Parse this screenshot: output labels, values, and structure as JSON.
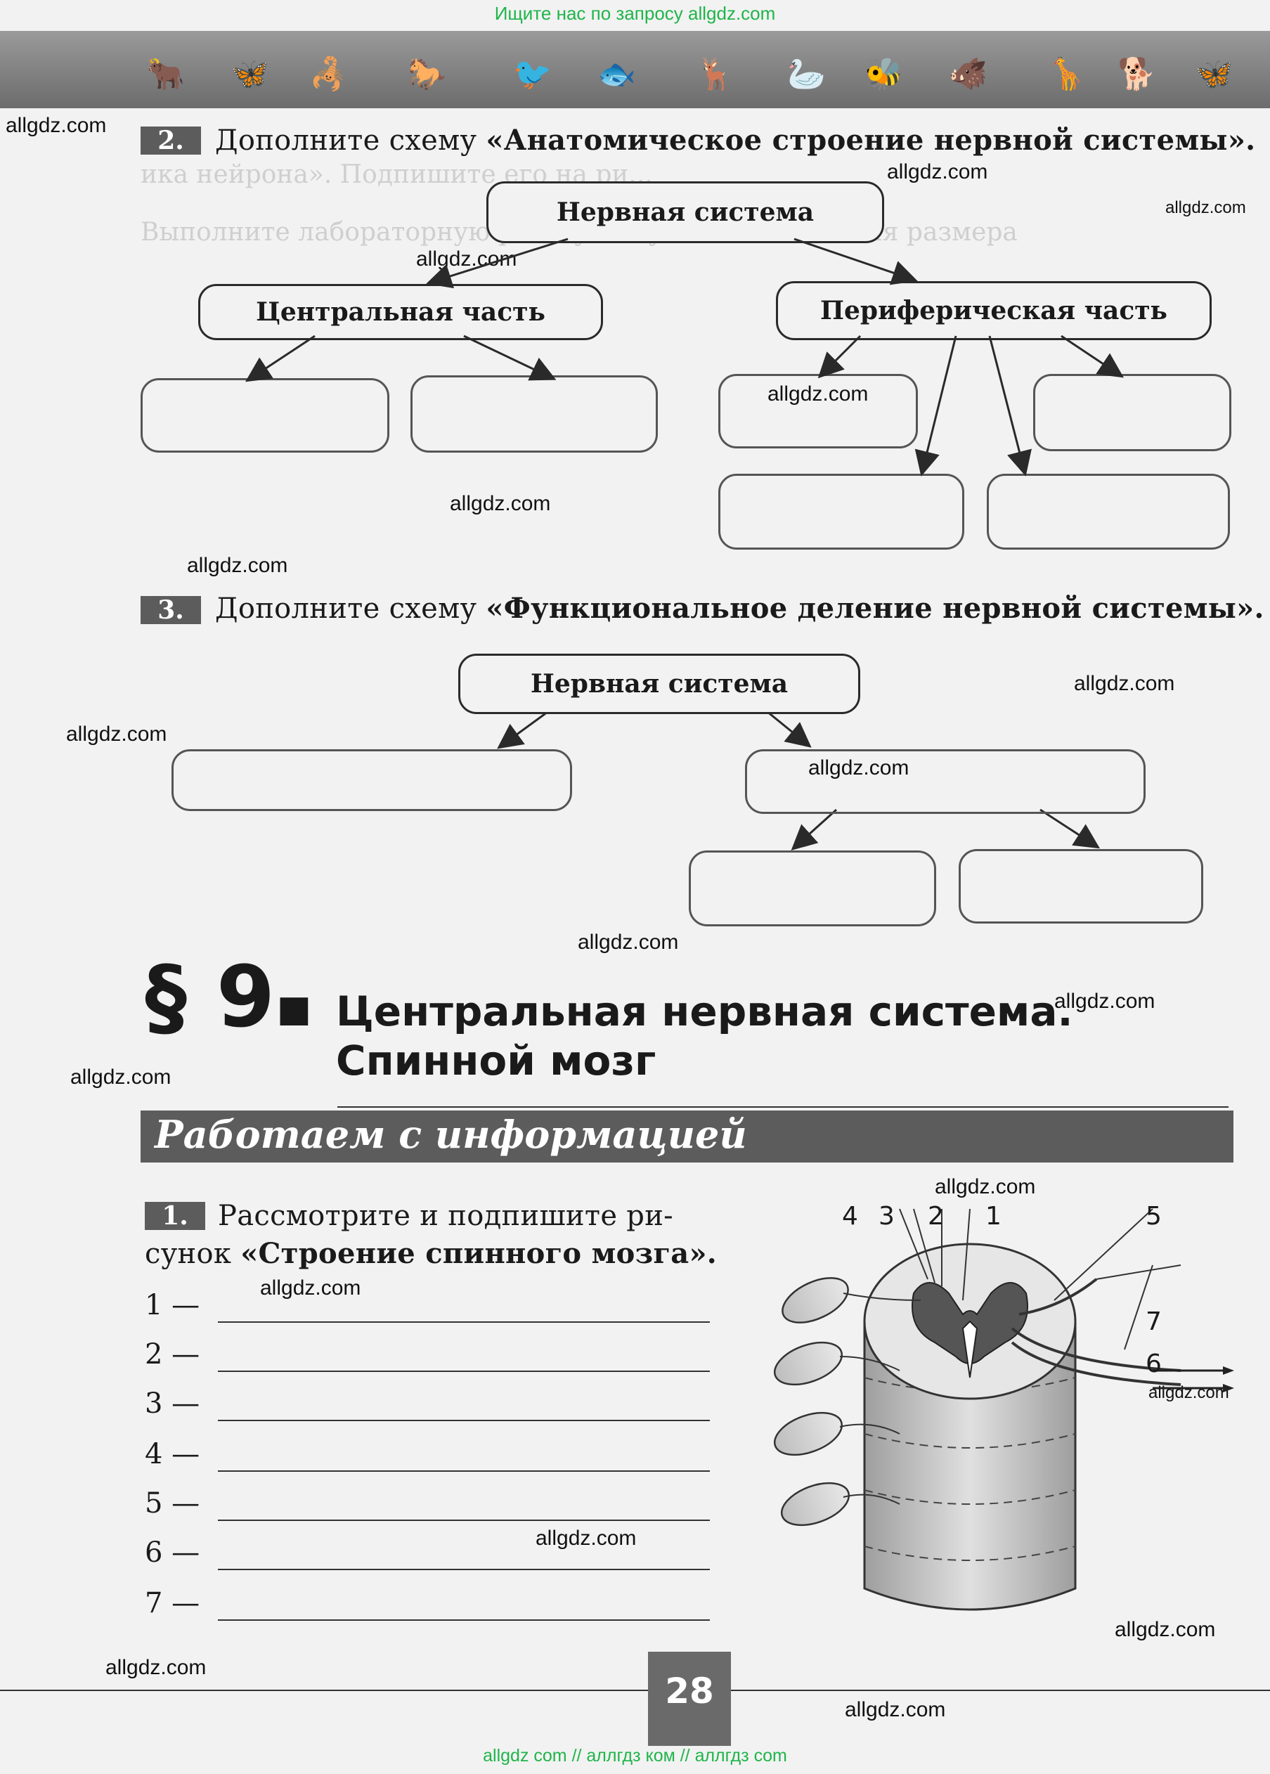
{
  "header": {
    "search_link": "Ищите нас по запросу allgdz.com",
    "animal_icons": [
      "bison-icon",
      "butterfly-icon",
      "scorpion-icon",
      "horse-icon",
      "bird-icon",
      "fish-icon",
      "deer-icon",
      "heron-icon",
      "bee-icon",
      "boar-icon",
      "gazelle-icon",
      "dog-icon",
      "butterfly-icon"
    ]
  },
  "watermarks": {
    "text": "allgdz.com"
  },
  "task2": {
    "number": "2.",
    "text_prefix": "Дополните схему ",
    "text_bold": "«Анатомическое строение нервной системы».",
    "root_box": "Нервная система",
    "central_box": "Центральная часть",
    "peripheral_box": "Периферическая часть"
  },
  "task3": {
    "number": "3.",
    "text_prefix": "Дополните схему ",
    "text_bold": "«Функциональное деление нервной системы».",
    "root_box": "Нервная система"
  },
  "paragraph": {
    "number": "§ 9",
    "title_line1": "Центральная нервная система.",
    "title_line2": "Спинной мозг"
  },
  "section": {
    "title": "Работаем с информацией"
  },
  "task1": {
    "number": "1.",
    "text_line1": "Рассмотрите и подпишите ри-",
    "text_line2_prefix": "сунок ",
    "text_line2_bold": "«Строение спинного мозга».",
    "answer_labels": [
      "1 —",
      "2 —",
      "3 —",
      "4 —",
      "5 —",
      "6 —",
      "7 —"
    ]
  },
  "figure": {
    "labels": [
      "4",
      "3",
      "2",
      "1",
      "5",
      "7",
      "6"
    ]
  },
  "page": {
    "number": "28"
  },
  "footer": {
    "text": "allgdz com  //  аллгдз ком  //  аллгдз com"
  }
}
